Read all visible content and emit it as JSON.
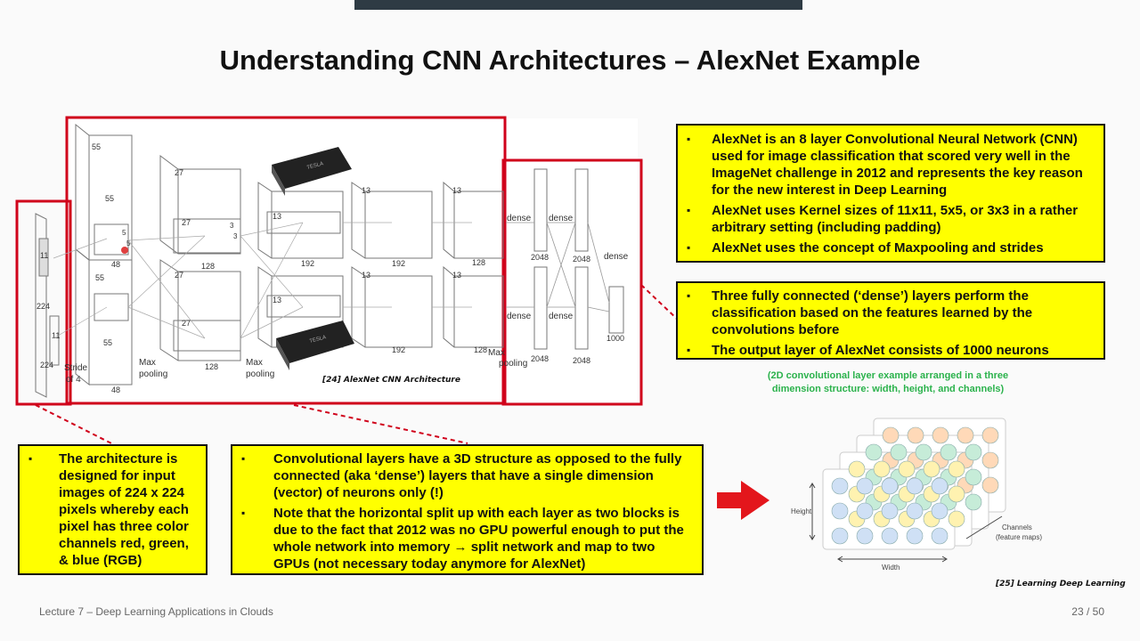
{
  "title": "Understanding CNN Architectures – AlexNet Example",
  "diagram": {
    "caption": "[24] AlexNet CNN Architecture",
    "labels": {
      "stride": "Stride",
      "of4": "of 4",
      "max_pooling_1": "Max",
      "pooling_1": "pooling",
      "max_pooling_2": "Max",
      "pooling_2": "pooling",
      "max_pooling_3": "Max",
      "pooling_3": "pooling",
      "dense": "dense",
      "gpu_brand": "TESLA"
    },
    "dims": [
      "224",
      "224",
      "11",
      "11",
      "55",
      "55",
      "5",
      "5",
      "48",
      "27",
      "27",
      "128",
      "3",
      "3",
      "13",
      "13",
      "192",
      "13",
      "13",
      "192",
      "13",
      "13",
      "128",
      "2048",
      "2048",
      "1000",
      "48",
      "128",
      "192",
      "128",
      "2048",
      "2048"
    ]
  },
  "boxes": {
    "top_right": [
      "AlexNet is an 8 layer Convolutional Neural Network (CNN) used for image classification that scored very well in the ImageNet challenge in 2012 and represents the key reason for the new interest in Deep Learning",
      "AlexNet uses Kernel sizes of 11x11, 5x5, or 3x3 in a rather arbitrary setting (including padding)",
      "AlexNet uses the concept of Maxpooling and strides"
    ],
    "mid_right": [
      "Three fully connected (‘dense’) layers perform the classification based on the features learned by the convolutions before",
      "The output layer of AlexNet consists of 1000 neurons"
    ],
    "bottom_left": [
      "The architecture is designed for input images of 224 x 224 pixels whereby each pixel has three color channels red, green, & blue (RGB)"
    ],
    "bottom_mid": [
      "Convolutional layers have a 3D structure as opposed to the fully connected (aka ‘dense’) layers that have a single dimension (vector) of neurons only (!)",
      "Note that the horizontal split up with each layer as two blocks is due to the fact that 2012 was no GPU powerful enough to put the whole network into memory → split network and map to two GPUs (not necessary today anymore for AlexNet)"
    ]
  },
  "green_note": "(2D convolutional layer example arranged in a three dimension structure: width, height, and channels)",
  "figure2": {
    "height_label": "Height",
    "width_label": "Width",
    "channels_label": "Channels",
    "feature_maps_label": "(feature maps)",
    "caption": "[25] Learning Deep Learning",
    "colors": {
      "layer1": "#cfe0f5",
      "layer2": "#fff2b0",
      "layer3": "#c6ecd8",
      "layer4": "#ffd9b8"
    }
  },
  "footer": {
    "lecture": "Lecture 7 – Deep Learning Applications in Clouds",
    "page": "23 / 50"
  },
  "colors": {
    "highlight": "#ffff00",
    "red_frame": "#d0021b",
    "arrow": "#e3161c",
    "green_text": "#2bb24c"
  }
}
